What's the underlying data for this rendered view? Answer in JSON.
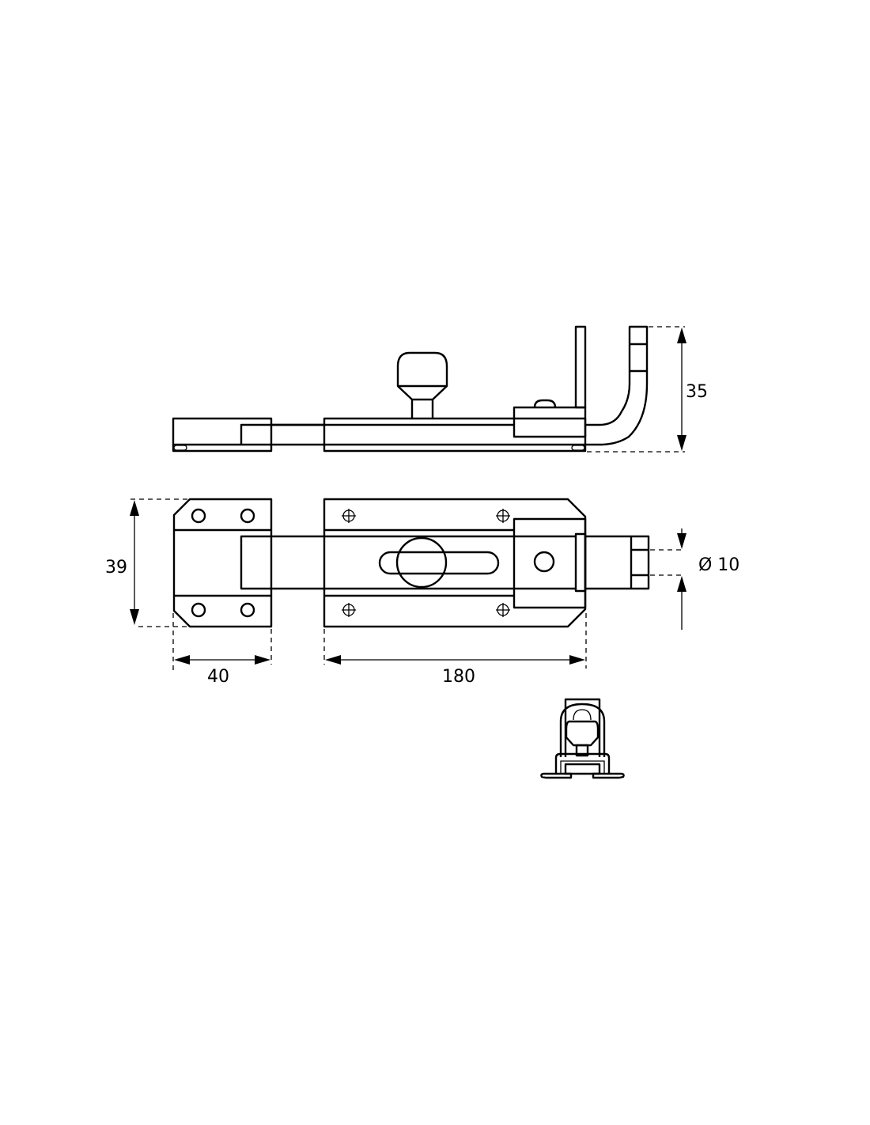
{
  "drawing": {
    "subject": "Sliding door bolt technical drawing",
    "views": [
      "side-view",
      "top-view",
      "end-view"
    ],
    "line_color": "#000000",
    "background": "#ffffff"
  },
  "dimensions": {
    "height": "35",
    "width": "39",
    "keeper_length": "40",
    "body_length": "180",
    "bolt_diameter": "Ø 10"
  }
}
